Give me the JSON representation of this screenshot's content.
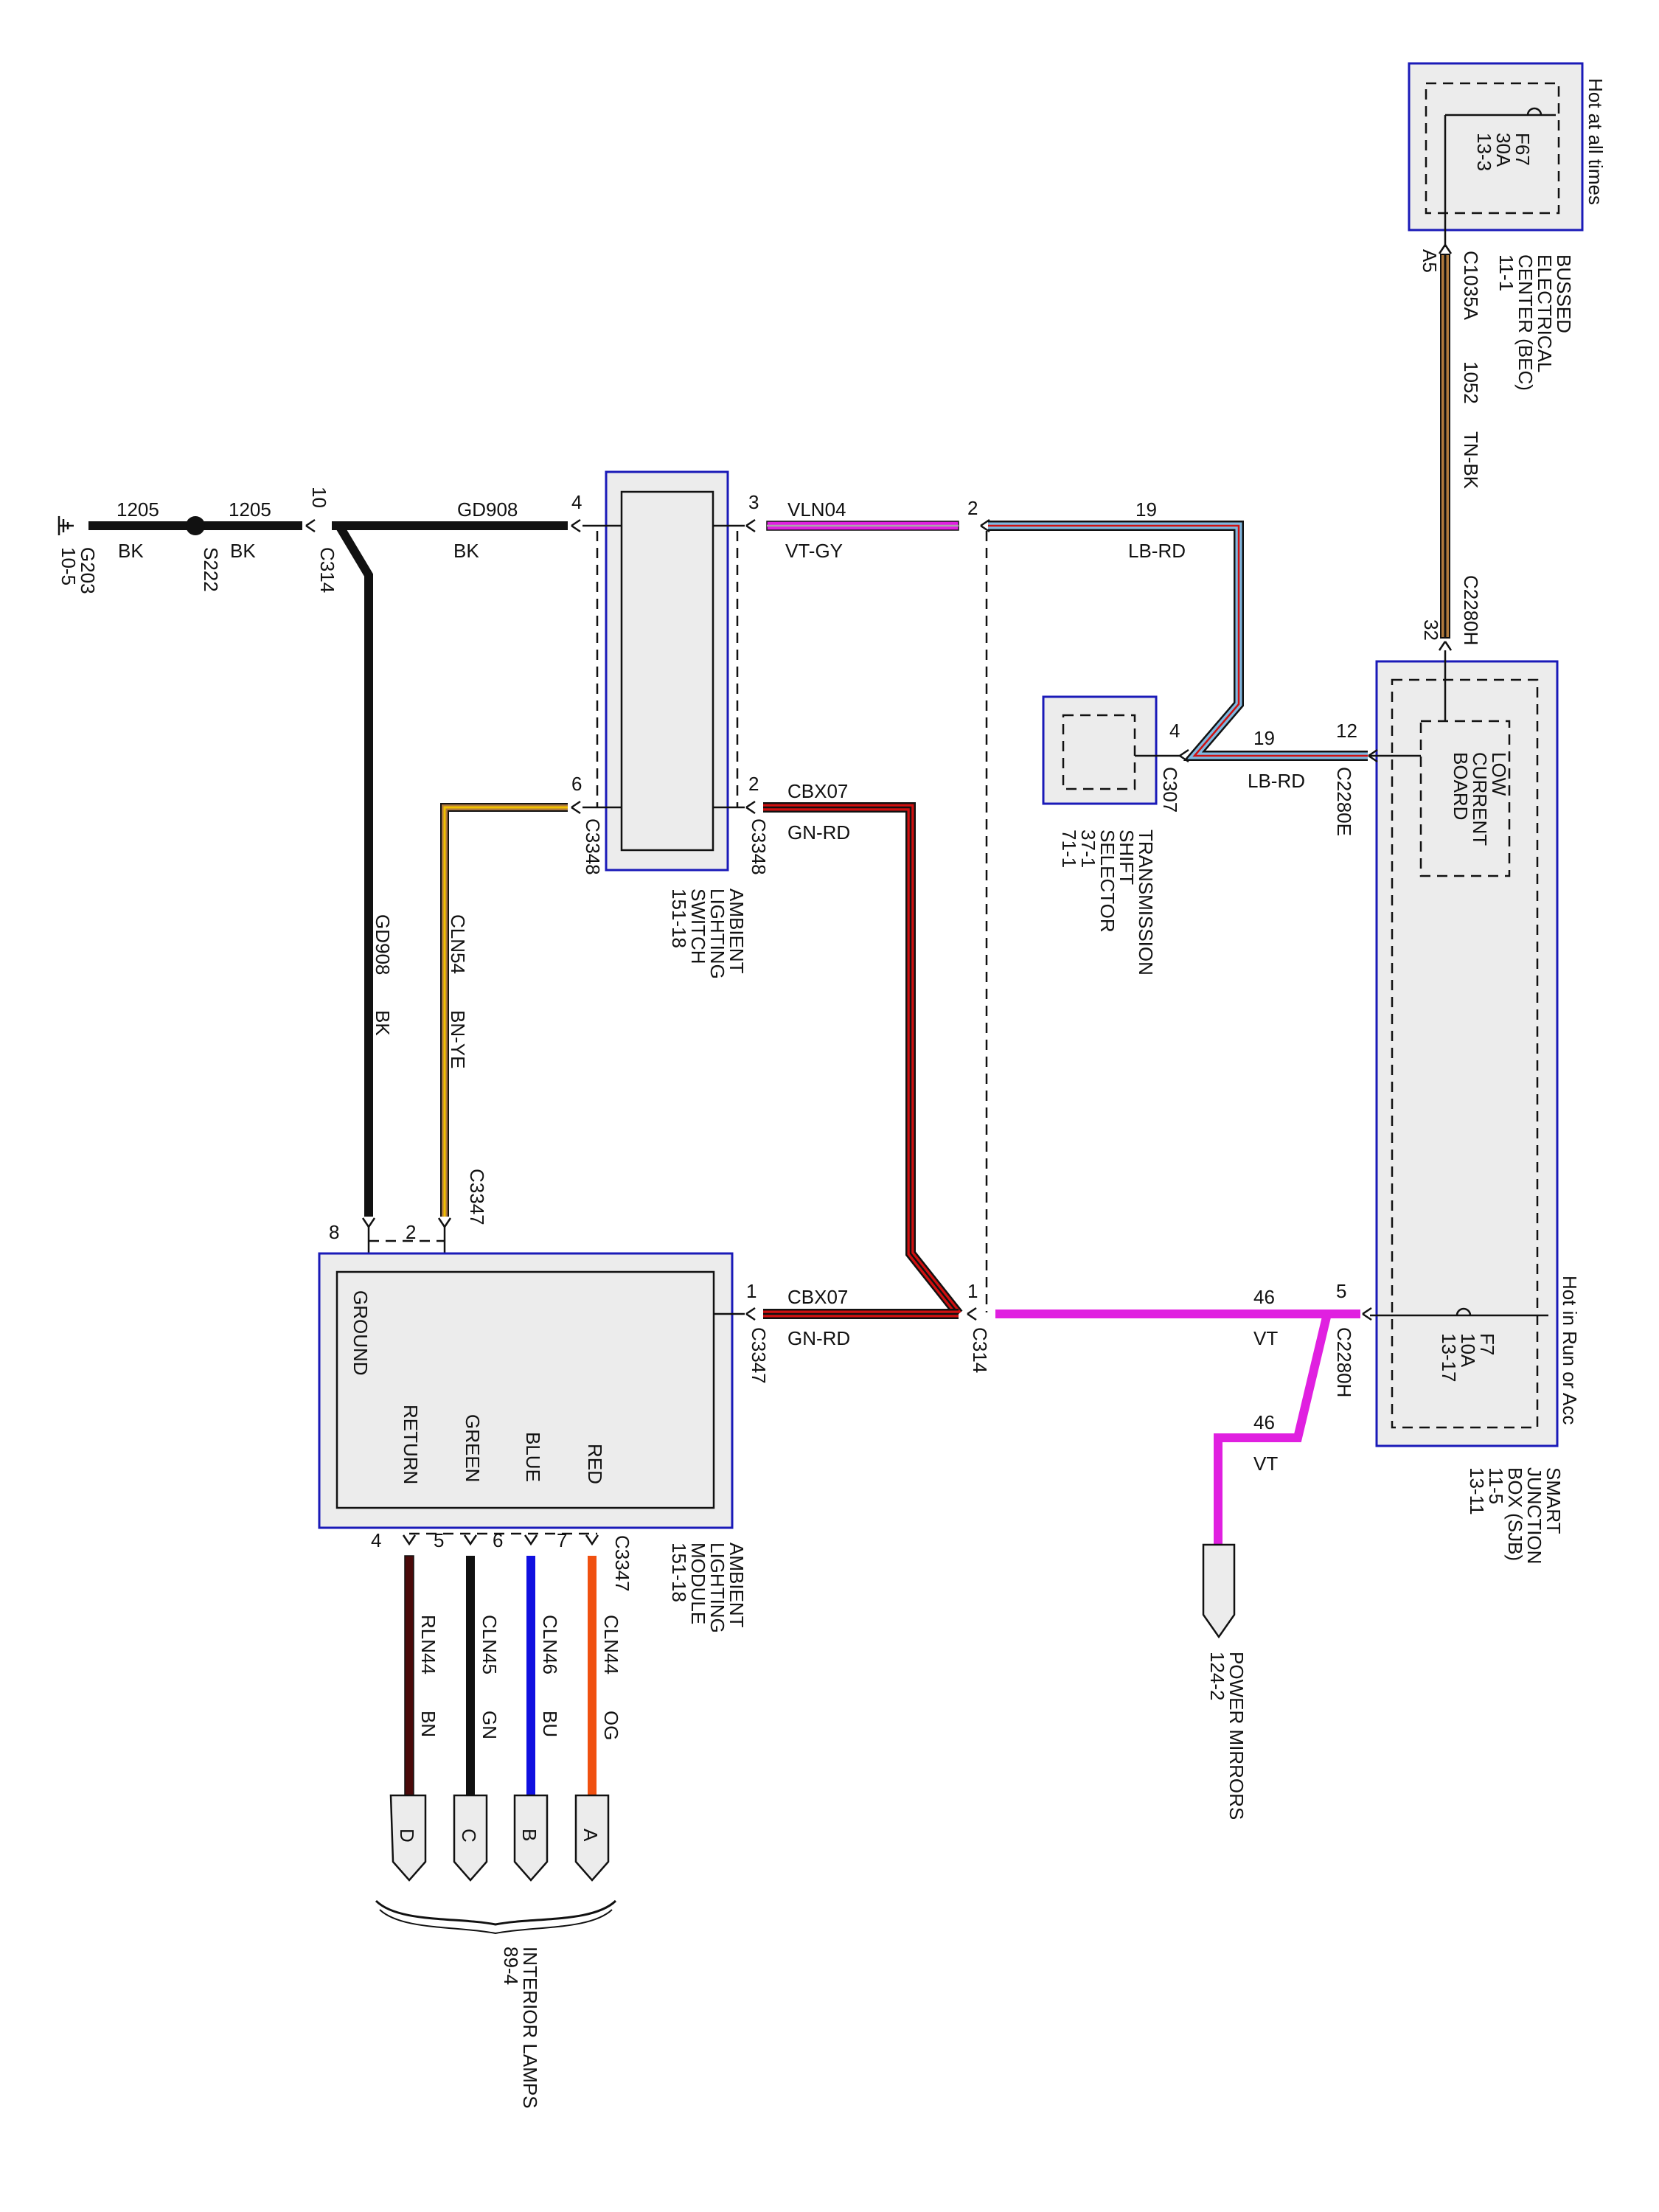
{
  "bec": {
    "lines": [
      "BUSSED",
      "ELECTRICAL",
      "CENTER (BEC)",
      "11-1"
    ],
    "hot_label": "Hot at all times",
    "fuse": [
      "F67",
      "30A",
      "13-3"
    ],
    "pin": "A5",
    "connector": "C1035A"
  },
  "sjb": {
    "lines": [
      "SMART",
      "JUNCTION",
      "BOX (SJB)",
      "11-5",
      "13-11"
    ],
    "hot_label": "Hot in Run or Acc",
    "fuse": [
      "F7",
      "10A",
      "13-17"
    ],
    "board": [
      "LOW",
      "CURRENT",
      "BOARD"
    ]
  },
  "wire_1052": {
    "circuit": "1052",
    "color": "TN-BK",
    "connector": "C2280H",
    "pin": "32"
  },
  "wire_19": {
    "circuit": "19",
    "color": "LB-RD",
    "c2280e": "C2280E",
    "pin12": "12",
    "c307": "C307",
    "pin4": "4",
    "pin2": "2"
  },
  "tss": {
    "lines": [
      "TRANSMISSION",
      "SHIFT",
      "SELECTOR",
      "37-1",
      "71-1"
    ]
  },
  "ground": {
    "g203": [
      "G203",
      "10-5"
    ],
    "s222": "S222",
    "c314": "C314",
    "pin10": "10",
    "w1205a": {
      "circuit": "1205",
      "color": "BK"
    },
    "w1205b": {
      "circuit": "1205",
      "color": "BK"
    }
  },
  "gd908_top": {
    "circuit": "GD908",
    "color": "BK",
    "pin": "4"
  },
  "vln04": {
    "circuit": "VLN04",
    "color": "VT-GY",
    "pin": "3"
  },
  "cbx07_top": {
    "circuit": "CBX07",
    "color": "GN-RD",
    "pin": "2",
    "connector": "C3348"
  },
  "switch": {
    "lines": [
      "AMBIENT",
      "LIGHTING",
      "SWITCH",
      "151-18"
    ],
    "pin6": "6",
    "connector": "C3348"
  },
  "cln54": {
    "circuit": "CLN54",
    "color": "BN-YE",
    "connector": "C3347"
  },
  "gd908_vert": {
    "circuit": "GD908",
    "color": "BK"
  },
  "module": {
    "lines": [
      "AMBIENT",
      "LIGHTING",
      "MODULE",
      "151-18"
    ],
    "ground": "GROUND",
    "return": "RETURN",
    "green": "GREEN",
    "blue": "BLUE",
    "red": "RED",
    "pin8": "8",
    "pin2": "2",
    "pin1": "1",
    "connector": "C3347"
  },
  "cbx07_bot": {
    "circuit": "CBX07",
    "color": "GN-RD",
    "c314": "C314",
    "pin1": "1"
  },
  "w46_main": {
    "circuit": "46",
    "color": "VT",
    "pin": "5",
    "connector": "C2280H"
  },
  "w46_mirror": {
    "circuit": "46",
    "color": "VT"
  },
  "mirrors": {
    "lines": [
      "POWER MIRRORS",
      "124-2"
    ]
  },
  "lamps": {
    "connector": "C3347",
    "wires": [
      {
        "pin": "4",
        "circuit": "RLN44",
        "color": "BN",
        "letter": "D"
      },
      {
        "pin": "5",
        "circuit": "CLN45",
        "color": "GN",
        "letter": "C"
      },
      {
        "pin": "6",
        "circuit": "CLN46",
        "color": "BU",
        "letter": "B"
      },
      {
        "pin": "7",
        "circuit": "CLN44",
        "color": "OG",
        "letter": "A"
      }
    ],
    "label": [
      "INTERIOR LAMPS",
      "89-4"
    ]
  },
  "colors": {
    "frame": "#1a1ab8",
    "violet": "#e020e0",
    "tan": "#b07a3c",
    "red": "#d01010",
    "brown": "#4a0a0a",
    "blue": "#1010e0",
    "orange": "#f05010",
    "yellow": "#f0c000",
    "lightblue": "#80b8e0",
    "gray": "#a8a8a8"
  }
}
